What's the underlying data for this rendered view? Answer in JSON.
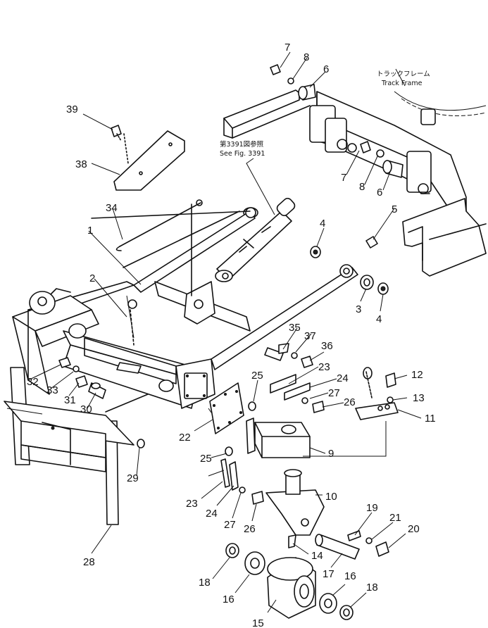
{
  "callouts": {
    "track_frame_jp": "トラックフレーム",
    "track_frame_en": "Track Frame",
    "see_fig_jp": "第3391図参照",
    "see_fig_en": "See Fig. 3391"
  },
  "part_numbers": {
    "n1": "1",
    "n2": "2",
    "n3": "3",
    "n4a": "4",
    "n4b": "4",
    "n5": "5",
    "n6a": "6",
    "n6b": "6",
    "n7a": "7",
    "n7b": "7",
    "n8a": "8",
    "n8b": "8",
    "n9": "9",
    "n10": "10",
    "n11": "11",
    "n12": "12",
    "n13": "13",
    "n14": "14",
    "n15": "15",
    "n16a": "16",
    "n16b": "16",
    "n17": "17",
    "n18a": "18",
    "n18b": "18",
    "n19": "19",
    "n20": "20",
    "n21": "21",
    "n22": "22",
    "n23a": "23",
    "n23b": "23",
    "n24a": "24",
    "n24b": "24",
    "n25a": "25",
    "n25b": "25",
    "n26a": "26",
    "n26b": "26",
    "n27a": "27",
    "n27b": "27",
    "n28": "28",
    "n29": "29",
    "n30": "30",
    "n31": "31",
    "n32": "32",
    "n33": "33",
    "n34": "34",
    "n35": "35",
    "n36": "36",
    "n37": "37",
    "n38": "38",
    "n39": "39"
  }
}
